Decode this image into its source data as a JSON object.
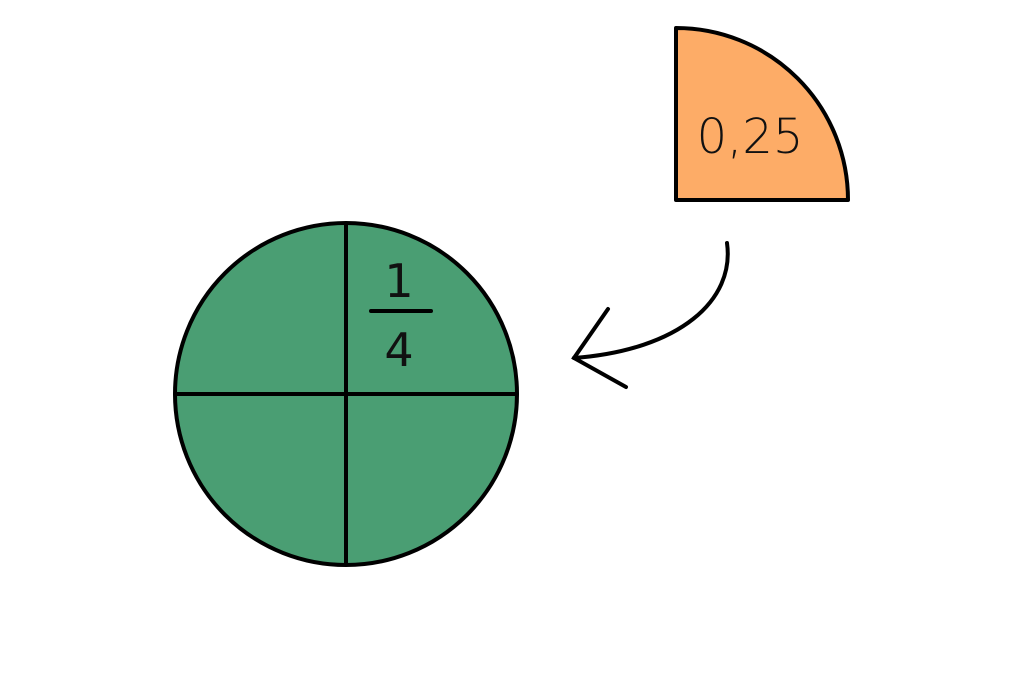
{
  "quarter_piece": {
    "label": "0,25",
    "color": "#fdac67"
  },
  "circle": {
    "color": "#4a9e73",
    "fraction_numerator": "1",
    "fraction_denominator": "4",
    "parts": 4
  }
}
